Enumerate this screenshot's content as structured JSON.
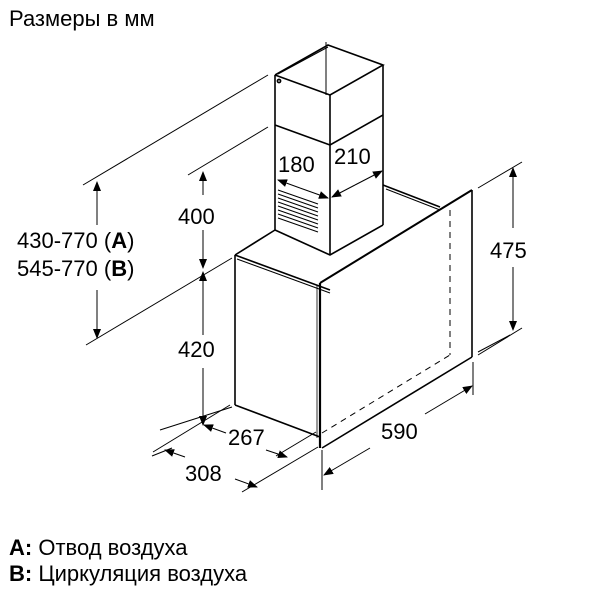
{
  "title": "Размеры в мм",
  "dimensions": {
    "duct_height_total_a": "430-770",
    "duct_height_total_a_tag": "A",
    "duct_height_total_b": "545-770",
    "duct_height_total_b_tag": "B",
    "duct_upper_height": "400",
    "hood_body_height": "420",
    "duct_depth": "180",
    "duct_width": "210",
    "panel_height": "475",
    "body_depth": "267",
    "overall_depth": "308",
    "overall_width": "590"
  },
  "legend": {
    "items": [
      {
        "key": "A:",
        "label": "Отвод воздуха"
      },
      {
        "key": "B:",
        "label": "Циркуляция воздуха"
      }
    ]
  }
}
